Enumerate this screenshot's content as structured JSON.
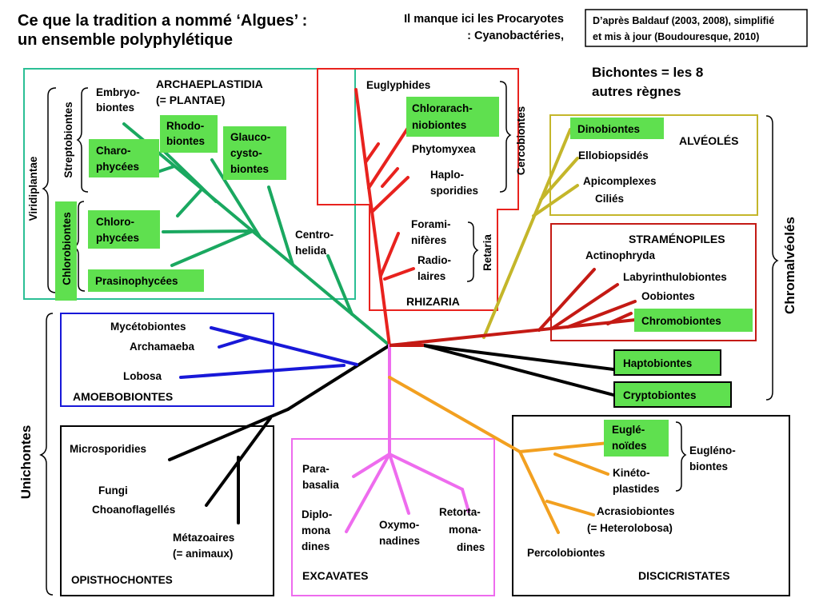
{
  "title": {
    "line1": "Ce que la tradition a nommé ‘Algues’ :",
    "line2": "un ensemble polyphylétique"
  },
  "note_procaryotes": {
    "line1": "Il manque ici les Procaryotes",
    "line2": ": Cyanobactéries,"
  },
  "citation": {
    "line1": "D’après Baldauf (2003, 2008), simplifié",
    "line2": "et mis à jour (Boudouresque, 2010)"
  },
  "bichontes": {
    "line1": "Bichontes = les 8",
    "line2": "autres règnes"
  },
  "archaeplastidia": {
    "title1": "ARCHAEPLASTIDIA",
    "title2": "(= PLANTAE)",
    "viridiplantae": "Viridiplantae",
    "streptobiontes": "Streptobiontes",
    "chlorobiontes": "Chlorobiontes",
    "embryobiontes1": "Embryo-",
    "embryobiontes2": "biontes",
    "charophycees1": "Charo-",
    "charophycees2": "phycées",
    "rhodobiontes1": "Rhodo-",
    "rhodobiontes2": "biontes",
    "glaucocystobiontes1": "Glauco-",
    "glaucocystobiontes2": "cysto-",
    "glaucocystobiontes3": "biontes",
    "chlorophycees1": "Chloro-",
    "chlorophycees2": "phycées",
    "prasinophycees": "Prasinophycées",
    "centrohelida1": "Centro-",
    "centrohelida2": "helida"
  },
  "rhizaria": {
    "title": "RHIZARIA",
    "cercobiontes": "Cercobiontes",
    "retaria": "Retaria",
    "euglyphides": "Euglyphides",
    "chlorarachniobiontes1": "Chlorarach-",
    "chlorarachniobiontes2": "niobiontes",
    "phytomyxea": "Phytomyxea",
    "haplosporidies1": "Haplo-",
    "haplosporidies2": "sporidies",
    "foraminiferes1": "Forami-",
    "foraminiferes2": "nifères",
    "radiolaires1": "Radio-",
    "radiolaires2": "laires"
  },
  "alveoles": {
    "title": "ALVÉOLÉS",
    "dinobiontes": "Dinobiontes",
    "ellobiopsides": "Ellobiopsidés",
    "apicomplexes": "Apicomplexes",
    "cilies": "Ciliés"
  },
  "stramenopiles": {
    "title": "STRAMÉNOPILES",
    "actinophryda": "Actinophryda",
    "labyrinthulobiontes": "Labyrinthulobiontes",
    "oobiontes": "Oobiontes",
    "chromobiontes": "Chromobiontes"
  },
  "chromalveoles": "Chromalvéolés",
  "haptobiontes": "Haptobiontes",
  "cryptobiontes": "Cryptobiontes",
  "amoebobiontes": {
    "title": "AMOEBOBIONTES",
    "mycetobiontes": "Mycétobiontes",
    "archamaeba": "Archamaeba",
    "lobosa": "Lobosa"
  },
  "unichontes": "Unichontes",
  "opisthochontes": {
    "title": "OPISTHOCHONTES",
    "microsporidies": "Microsporidies",
    "fungi": "Fungi",
    "choanoflagelles": "Choanoflagellés",
    "metazoaires1": "Métazoaires",
    "metazoaires2": "(= animaux)"
  },
  "excavates": {
    "title": "EXCAVATES",
    "parabasalia1": "Para-",
    "parabasalia2": "basalia",
    "diplomonadines1": "Diplo-",
    "diplomonadines2": "mona",
    "diplomonadines3": "dines",
    "oxymonadines1": "Oxymo-",
    "oxymonadines2": "nadines",
    "retortamonadines1": "Retorta-",
    "retortamonadines2": "mona-",
    "retortamonadines3": "dines"
  },
  "discicristates": {
    "title": "DISCICRISTATES",
    "euglenoides1": "Euglé-",
    "euglenoides2": "noïdes",
    "kinetoplastides1": "Kinéto-",
    "kinetoplastides2": "plastides",
    "euglenobiontes1": "Eugléno-",
    "euglenobiontes2": "biontes",
    "acrasiobiontes1": "Acrasiobiontes",
    "acrasiobiontes2": "(= Heterolobosa)",
    "percolobiontes": "Percolobiontes"
  },
  "colors": {
    "plantae": "#1aa860",
    "plantae_box": "#2bbf95",
    "rhizaria": "#e8221e",
    "alveoles": "#c4b62a",
    "stramenopiles": "#c41a14",
    "amoebobiontes": "#1818d8",
    "excavates": "#ee6cee",
    "discicristates": "#f2a020",
    "black": "#000000",
    "highlight": "#5fe04f"
  }
}
